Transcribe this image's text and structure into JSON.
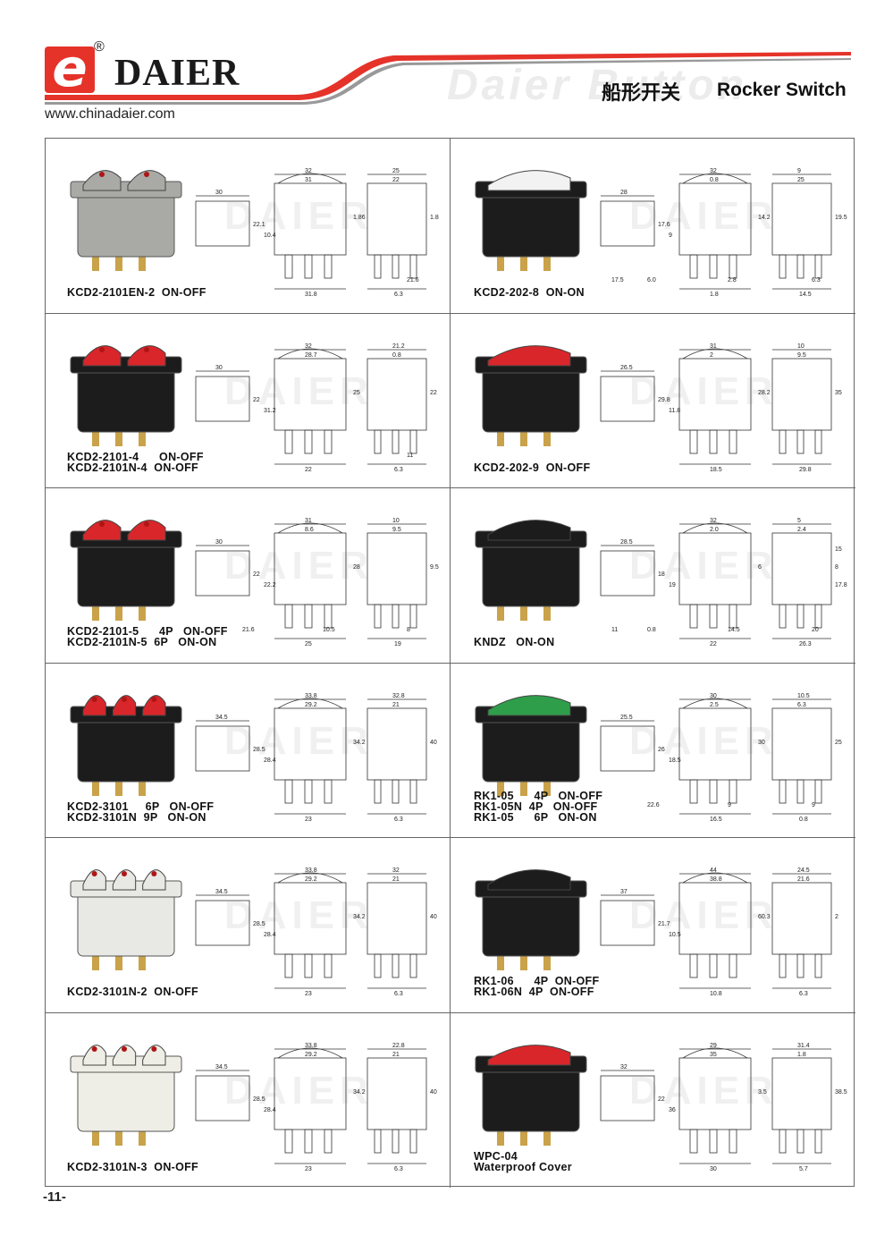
{
  "header": {
    "logo_letter": "e",
    "registered": "®",
    "brand": "DAIER",
    "website": "www.chinadaier.com",
    "watermark": "Daier Button",
    "title_cn": "船形开关",
    "title_en": "Rocker Switch",
    "accent_color": "#e5332a"
  },
  "products": [
    {
      "label": "KCD2-2101EN-2  ON-OFF",
      "color": "#a9aaa5",
      "rocker": "#a9aaa5",
      "dots": 2,
      "dims": [
        "30",
        "22.1",
        "32",
        "31",
        "10.4",
        "25",
        "22",
        "1.8",
        "1.86",
        "31.8",
        "6.3",
        "21.6"
      ]
    },
    {
      "label": "KCD2-202-8  ON-ON",
      "color": "#1c1c1c",
      "rocker": "#f2f2f2",
      "dots": 0,
      "dims": [
        "28",
        "17.6",
        "32",
        "0.8",
        "9",
        "9",
        "25",
        "19.5",
        "14.2",
        "1.8",
        "14.5",
        "6.3",
        "2.8",
        "6.0",
        "17.5"
      ]
    },
    {
      "label": "KCD2-2101-4      ON-OFF\nKCD2-2101N-4  ON-OFF",
      "color": "#1c1c1c",
      "rocker": "#d9262a",
      "dots": 2,
      "dims": [
        "30",
        "22",
        "32",
        "28.7",
        "31.2",
        "21.2",
        "0.8",
        "22",
        "25",
        "22",
        "6.3",
        "11"
      ]
    },
    {
      "label": "KCD2-202-9  ON-OFF",
      "color": "#1c1c1c",
      "rocker": "#d9262a",
      "dots": 0,
      "dims": [
        "26.5",
        "29.8",
        "31",
        "2",
        "11.8",
        "10",
        "9.5",
        "35",
        "28.2",
        "18.5",
        "29.8"
      ]
    },
    {
      "label": "KCD2-2101-5      4P   ON-OFF\nKCD2-2101N-5  6P   ON-ON",
      "color": "#1c1c1c",
      "rocker": "#d9262a",
      "dots": 2,
      "dims": [
        "30",
        "22",
        "31",
        "8.6",
        "22.2",
        "10",
        "9.5",
        "9.5",
        "28",
        "25",
        "19",
        "8",
        "10.5",
        "21.6"
      ]
    },
    {
      "label": "KNDZ   ON-ON",
      "color": "#1c1c1c",
      "rocker": "#1c1c1c",
      "dots": 0,
      "dims": [
        "28.5",
        "18",
        "32",
        "2.0",
        "19",
        "5",
        "2.4",
        "8",
        "6",
        "22",
        "26.3",
        "20",
        "14.5",
        "0.8",
        "11",
        "15",
        "17.8"
      ]
    },
    {
      "label": "KCD2-3101     6P   ON-OFF\nKCD2-3101N  9P   ON-ON",
      "color": "#1c1c1c",
      "rocker": "#d9262a",
      "dots": 3,
      "dims": [
        "34.5",
        "28.5",
        "33.8",
        "29.2",
        "28.4",
        "32.8",
        "21",
        "40",
        "34.2",
        "23",
        "6.3"
      ]
    },
    {
      "label": "RK1-05      4P   ON-OFF\nRK1-05N  4P   ON-OFF\nRK1-05      6P   ON-ON",
      "color": "#1c1c1c",
      "rocker": "#2f9e4a",
      "dots": 0,
      "dims": [
        "25.5",
        "26",
        "30",
        "2.5",
        "18.5",
        "10.5",
        "6.3",
        "25",
        "30",
        "16.5",
        "0.8",
        "9",
        "9",
        "22.6"
      ]
    },
    {
      "label": "KCD2-3101N-2  ON-OFF",
      "color": "#e8e8e4",
      "rocker": "#e8e8e4",
      "dots": 3,
      "dims": [
        "34.5",
        "28.5",
        "33.8",
        "29.2",
        "28.4",
        "32",
        "21",
        "40",
        "34.2",
        "23",
        "6.3"
      ]
    },
    {
      "label": "RK1-06      4P  ON-OFF\nRK1-06N  4P  ON-OFF",
      "color": "#1c1c1c",
      "rocker": "#1c1c1c",
      "dots": 0,
      "dims": [
        "37",
        "21.7",
        "44",
        "38.8",
        "10.5",
        "24.5",
        "21.6",
        "2",
        "60.3",
        "10.8",
        "6.3"
      ]
    },
    {
      "label": "KCD2-3101N-3  ON-OFF",
      "color": "#efeee6",
      "rocker": "#efeee6",
      "dots": 3,
      "dims": [
        "34.5",
        "28.5",
        "33.8",
        "29.2",
        "28.4",
        "22.8",
        "21",
        "40",
        "34.2",
        "23",
        "6.3"
      ]
    },
    {
      "label": "WPC-04\nWaterproof Cover",
      "color": "#1c1c1c",
      "rocker": "#d9262a",
      "dots": 0,
      "dims": [
        "32",
        "22",
        "29",
        "35",
        "36",
        "31.4",
        "1.8",
        "38.5",
        "3.5",
        "30",
        "5.7"
      ]
    }
  ],
  "page_number": "-11-"
}
